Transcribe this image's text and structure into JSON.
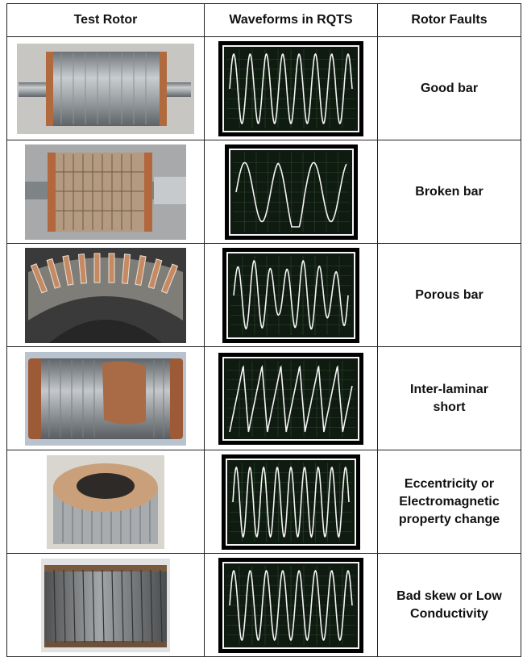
{
  "headers": {
    "test_rotor": "Test Rotor",
    "waveforms": "Waveforms in RQTS",
    "rotor_faults": "Rotor Faults"
  },
  "colors": {
    "scope_bezel": "#000000",
    "scope_screen": "#0f1a10",
    "scope_grid": "#2b4a2b",
    "trace": "#f4f4f4",
    "copper": "#b0643a",
    "steel": "#9ea3a6"
  },
  "rows": [
    {
      "photo_icon": "rotor-cylinder-with-shaft-icon",
      "waveform": "regular-sine",
      "fault": "Good bar"
    },
    {
      "photo_icon": "rotor-cage-with-shaft-icon",
      "waveform": "irregular-broken",
      "fault": "Broken bar"
    },
    {
      "photo_icon": "rotor-cross-section-slots-icon",
      "waveform": "varying-amplitude",
      "fault": "Porous bar"
    },
    {
      "photo_icon": "rotor-cylinder-copper-patch-icon",
      "waveform": "sawtooth",
      "fault": "Inter-laminar\nshort"
    },
    {
      "photo_icon": "rotor-ring-icon",
      "waveform": "dense-sine",
      "fault": "Eccentricity or\nElectromagnetic\nproperty change"
    },
    {
      "photo_icon": "rotor-drum-icon",
      "waveform": "regular-sine",
      "fault": "Bad skew or Low\nConductivity"
    }
  ]
}
